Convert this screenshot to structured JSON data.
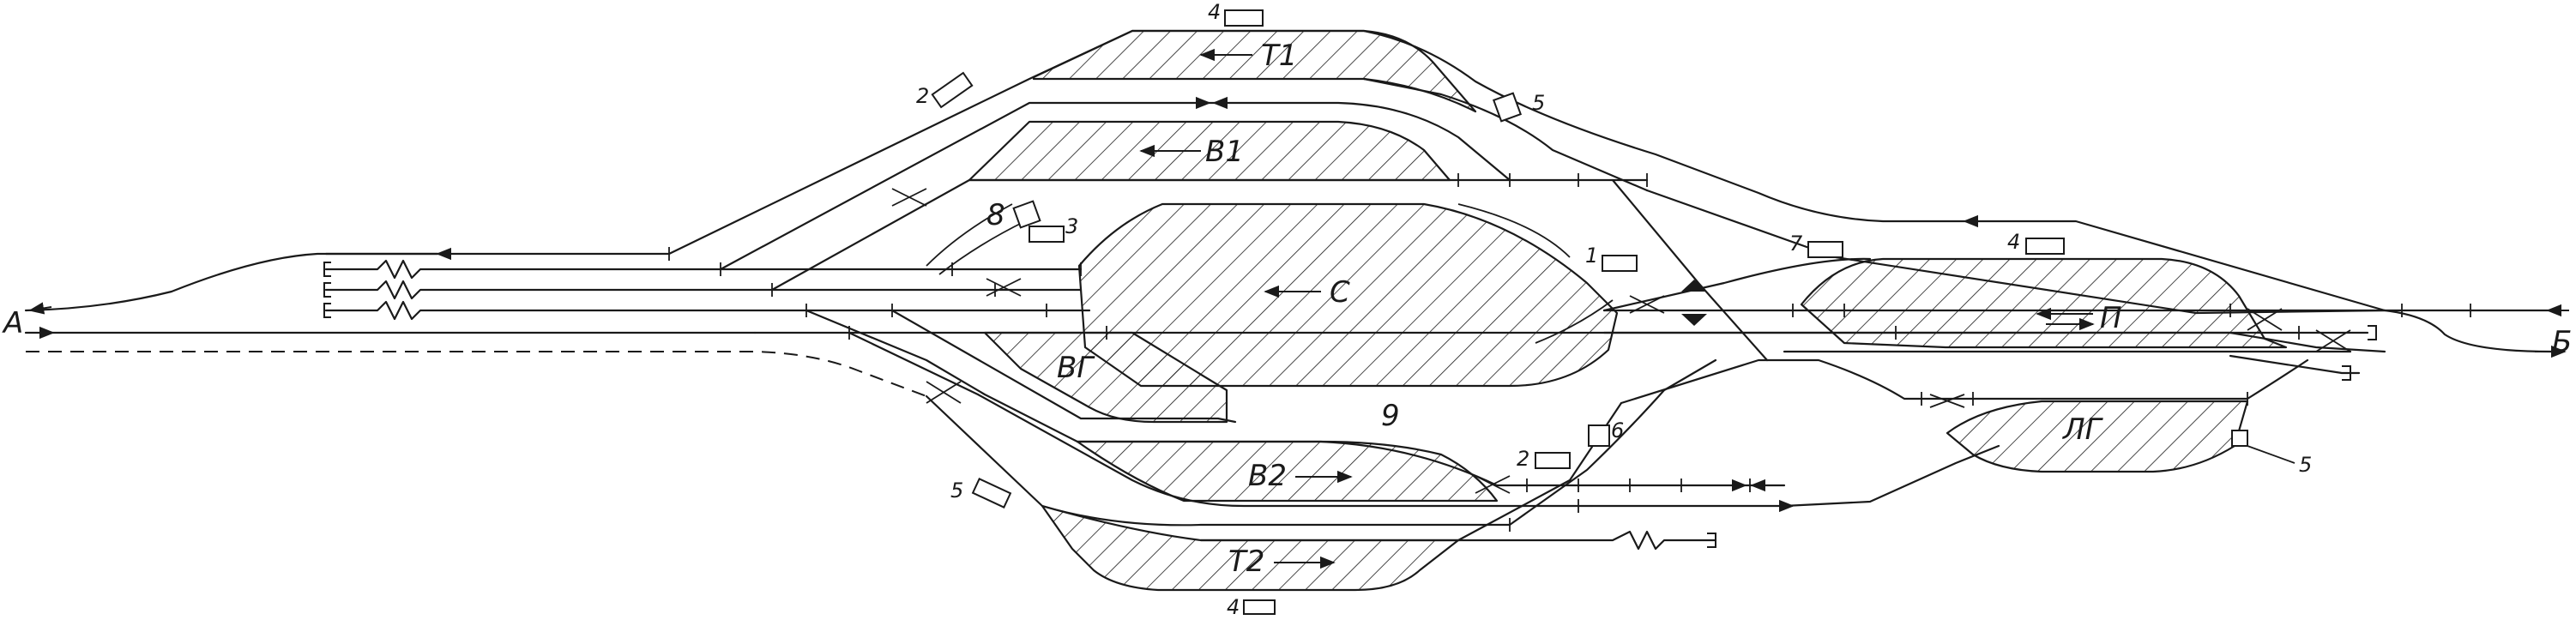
{
  "stations": {
    "left_end": "А",
    "right_end": "Б"
  },
  "yards": {
    "t1": "Т1",
    "v1": "В1",
    "s": "С",
    "vg": "ВГ",
    "v2": "В2",
    "t2": "Т2",
    "p": "П",
    "lg": "ЛГ"
  },
  "markers": {
    "m1": "1",
    "m2_top": "2",
    "m2_bottom": "2",
    "m3": "3",
    "m4_top": "4",
    "m4_right": "4",
    "m4_bottom": "4",
    "m5_top": "5",
    "m5_left": "5",
    "m5_right": "5",
    "m6": "6",
    "m7": "7",
    "m8": "8",
    "m9": "9"
  }
}
